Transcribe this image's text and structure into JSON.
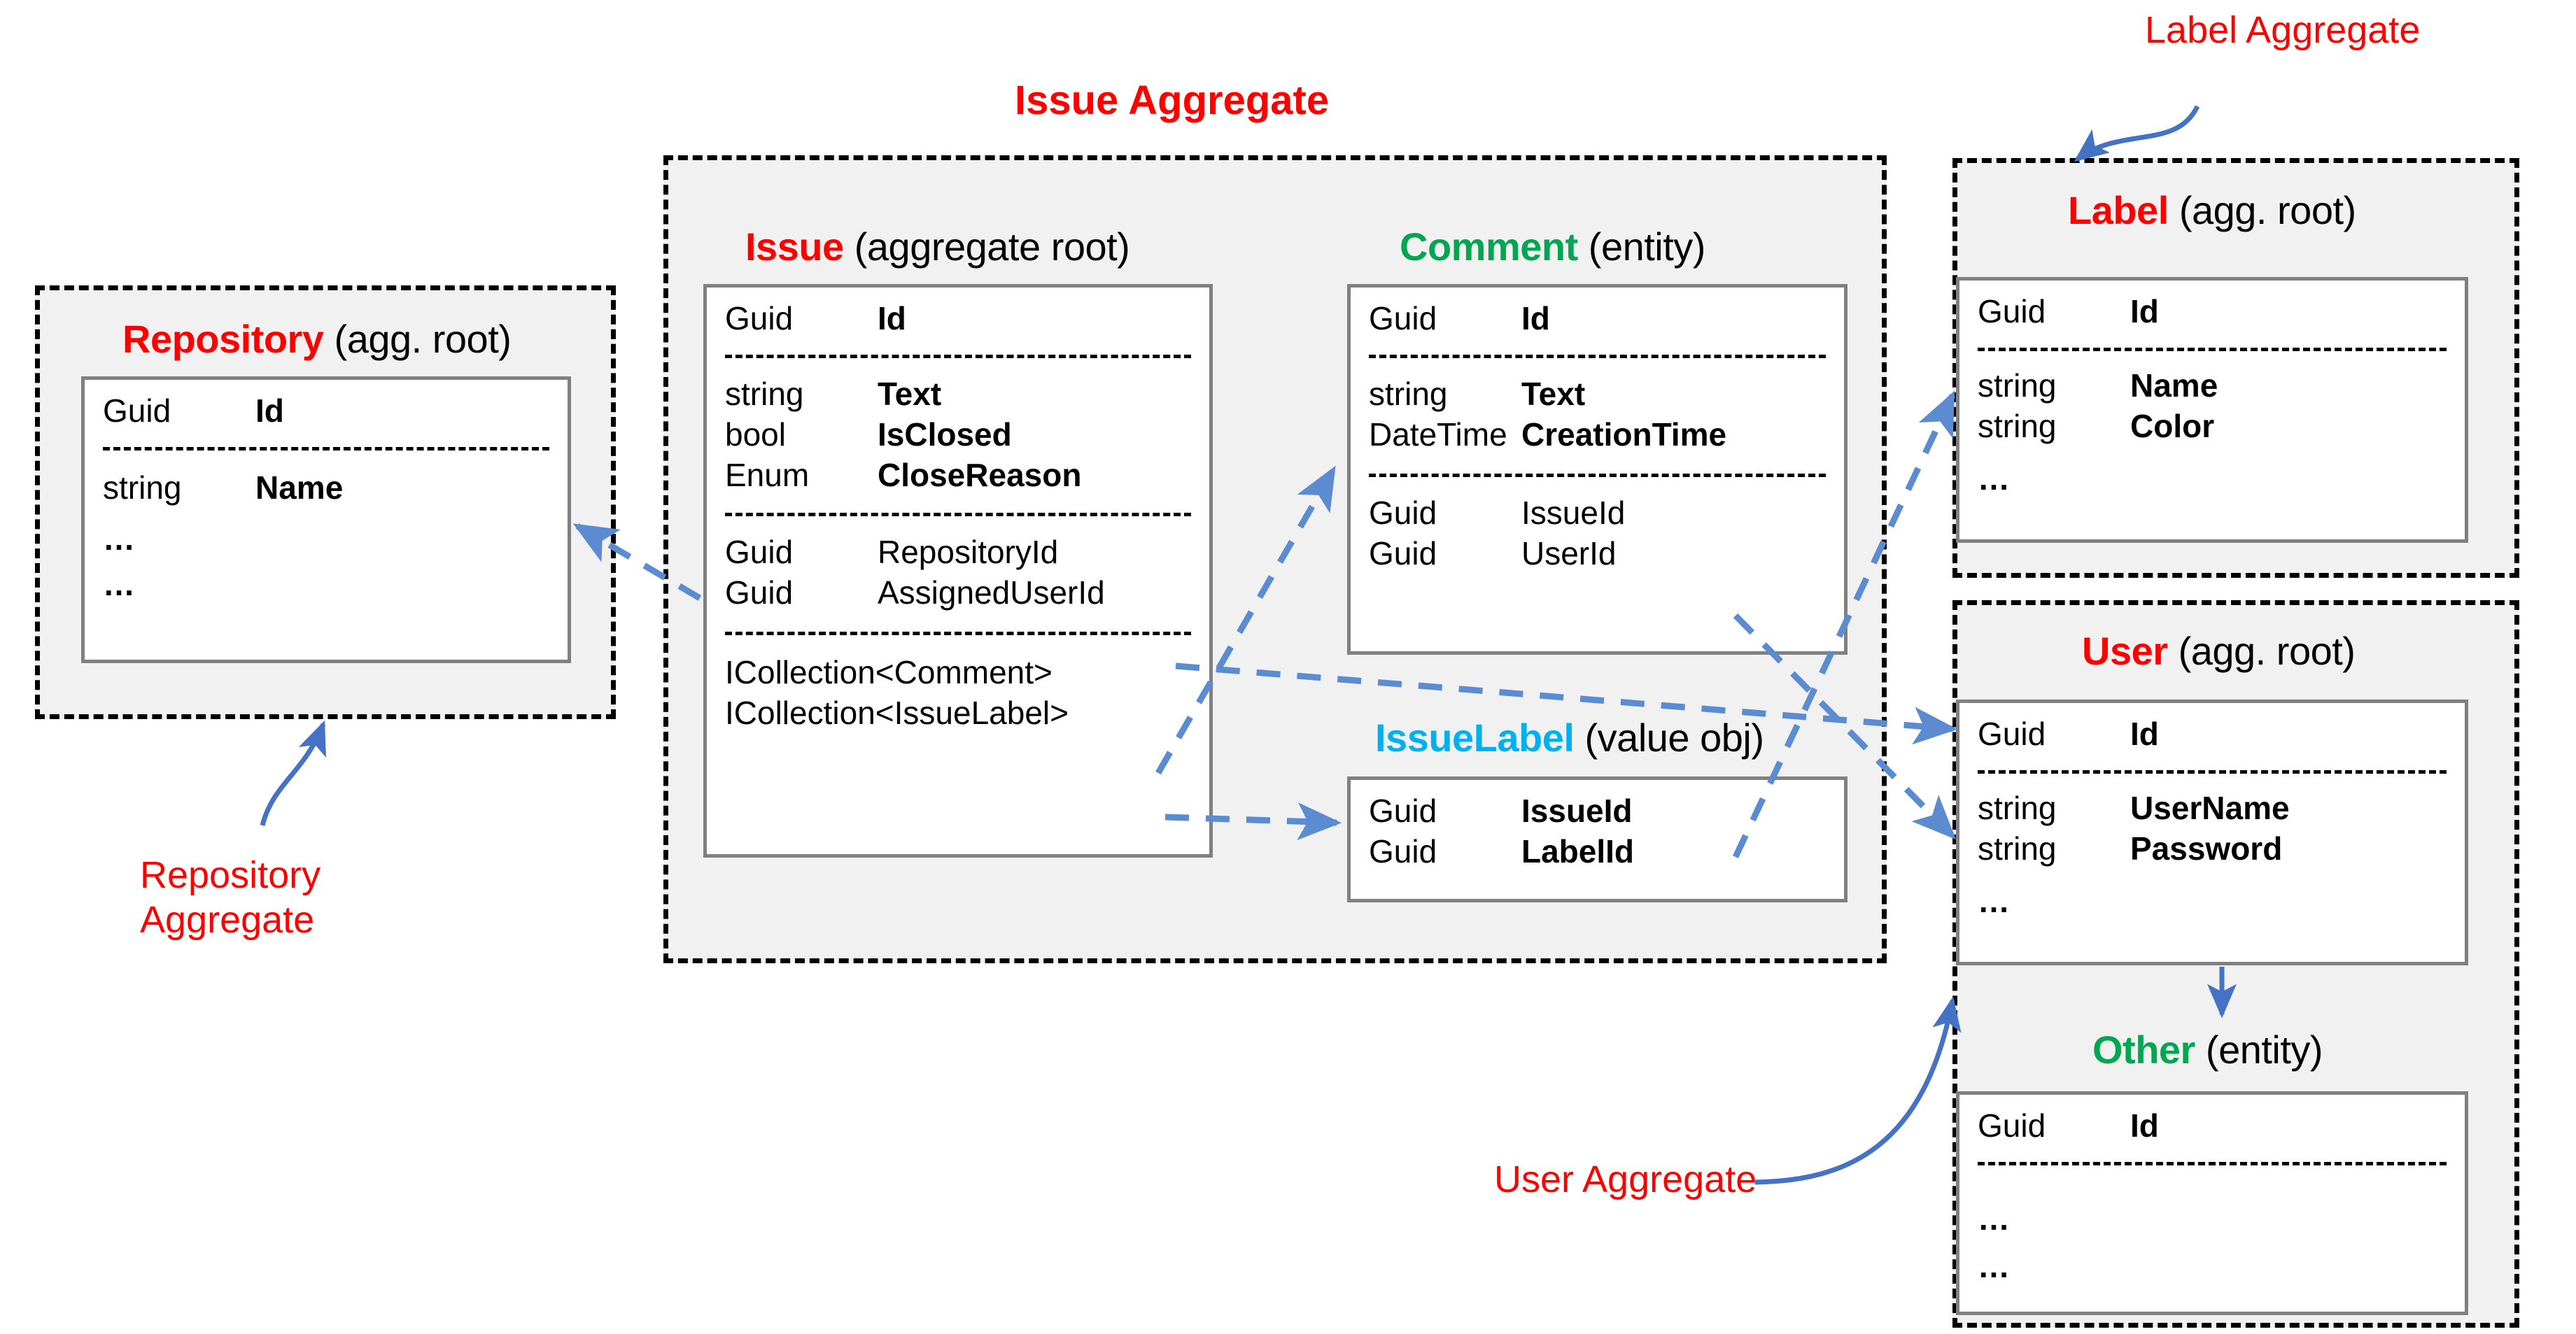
{
  "diagram": {
    "title": "Issue Aggregate",
    "colors": {
      "accent_red": "#FF0000",
      "accent_green": "#00A650",
      "accent_cyan": "#00B0F0",
      "arrow_blue": "#4472C4",
      "zone_fill": "#F1F1F1",
      "box_border": "#808080"
    }
  },
  "zones": {
    "issue": {
      "title": "Issue Aggregate"
    },
    "repository": {
      "annotation_line1": "Repository",
      "annotation_line2": "Aggregate"
    },
    "label": {
      "annotation": "Label Aggregate"
    },
    "user": {
      "annotation": "User Aggregate"
    }
  },
  "entities": {
    "repository": {
      "name": "Repository",
      "kind": " (agg. root)",
      "rows": [
        {
          "type": "Guid",
          "member": "Id",
          "bold": true
        },
        {
          "type": "string",
          "member": "Name",
          "bold": true
        },
        {
          "type": "",
          "member": "…",
          "bold": false
        },
        {
          "type": "",
          "member": "…",
          "bold": false
        }
      ]
    },
    "issue": {
      "name": "Issue",
      "kind": " (aggregate root)",
      "rows": [
        {
          "type": "Guid",
          "member": "Id",
          "bold": true
        },
        {
          "type": "string",
          "member": "Text",
          "bold": true
        },
        {
          "type": "bool",
          "member": "IsClosed",
          "bold": true
        },
        {
          "type": "Enum",
          "member": "CloseReason",
          "bold": true
        },
        {
          "type": "Guid",
          "member": "RepositoryId",
          "bold": false
        },
        {
          "type": "Guid",
          "member": "AssignedUserId",
          "bold": false
        },
        {
          "type": "ICollection<Comment>",
          "member": "",
          "bold": false
        },
        {
          "type": "ICollection<IssueLabel>",
          "member": "",
          "bold": false
        }
      ]
    },
    "comment": {
      "name": "Comment",
      "kind": " (entity)",
      "rows": [
        {
          "type": "Guid",
          "member": "Id",
          "bold": true
        },
        {
          "type": "string",
          "member": "Text",
          "bold": true
        },
        {
          "type": "DateTime",
          "member": "CreationTime",
          "bold": true
        },
        {
          "type": "Guid",
          "member": "IssueId",
          "bold": false
        },
        {
          "type": "Guid",
          "member": "UserId",
          "bold": false
        }
      ]
    },
    "issuelabel": {
      "name": "IssueLabel",
      "kind": " (value obj)",
      "rows": [
        {
          "type": "Guid",
          "member": "IssueId",
          "bold": true
        },
        {
          "type": "Guid",
          "member": "LabelId",
          "bold": true
        }
      ]
    },
    "label": {
      "name": "Label",
      "kind": " (agg. root)",
      "rows": [
        {
          "type": "Guid",
          "member": "Id",
          "bold": true
        },
        {
          "type": "string",
          "member": "Name",
          "bold": true
        },
        {
          "type": "string",
          "member": "Color",
          "bold": true
        },
        {
          "type": "",
          "member": "…",
          "bold": false
        }
      ]
    },
    "user": {
      "name": "User",
      "kind": " (agg. root)",
      "rows": [
        {
          "type": "Guid",
          "member": "Id",
          "bold": true
        },
        {
          "type": "string",
          "member": "UserName",
          "bold": true
        },
        {
          "type": "string",
          "member": "Password",
          "bold": true
        },
        {
          "type": "",
          "member": "…",
          "bold": false
        }
      ]
    },
    "other": {
      "name": "Other",
      "kind": " (entity)",
      "rows": [
        {
          "type": "Guid",
          "member": "Id",
          "bold": true
        },
        {
          "type": "",
          "member": "…",
          "bold": false
        },
        {
          "type": "",
          "member": "…",
          "bold": false
        }
      ]
    }
  },
  "relations": [
    {
      "from": "Issue.RepositoryId",
      "to": "Repository"
    },
    {
      "from": "Issue.ICollection<Comment>",
      "to": "Comment"
    },
    {
      "from": "Issue.ICollection<IssueLabel>",
      "to": "IssueLabel"
    },
    {
      "from": "Issue.AssignedUserId",
      "to": "User"
    },
    {
      "from": "Comment.UserId",
      "to": "User"
    },
    {
      "from": "IssueLabel.LabelId",
      "to": "Label"
    },
    {
      "from": "User",
      "to": "Other"
    }
  ]
}
